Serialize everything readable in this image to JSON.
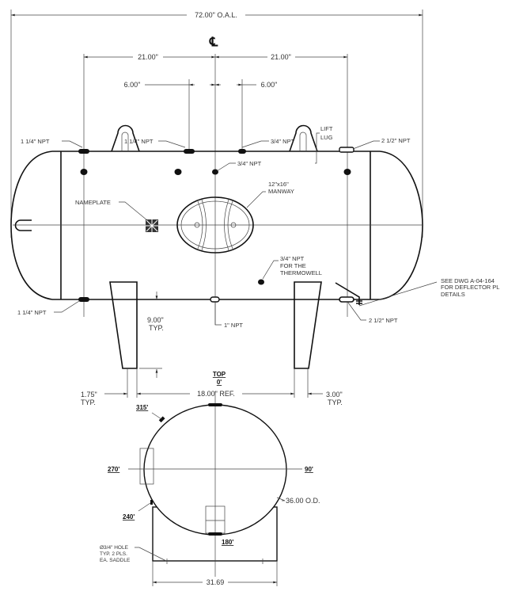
{
  "dimensions": {
    "overall_length": "72.00\" O.A.L.",
    "centerline": "℄",
    "left_21": "21.00\"",
    "right_21": "21.00\"",
    "left_6": "6.00\"",
    "right_6": "6.00\"",
    "leg_height": "9.00\"",
    "leg_height_typ": "TYP.",
    "left_offset": "1.75\"",
    "left_offset_typ": "TYP.",
    "saddle_spacing": "18.00\" REF.",
    "right_offset": "3.00\"",
    "right_offset_typ": "TYP.",
    "saddle_width": "31.69",
    "outside_diameter": "36.00  O.D."
  },
  "callouts": {
    "top_left_fitting": "1 1/4\" NPT",
    "top_mid_fitting": "1 1/4\" NPT",
    "top_center_fitting": "3/4\" NPT",
    "lift_lug_1": "LIFT",
    "lift_lug_2": "LUG",
    "top_right_fitting": "2 1/2\" NPT",
    "shell_fitting": "3/4\" NPT",
    "manway_1": "12\"x16\"",
    "manway_2": "MANWAY",
    "nameplate": "NAMEPLATE",
    "thermowell_1": "3/4\" NPT",
    "thermowell_2": "FOR THE",
    "thermowell_3": "THERMOWELL",
    "deflector_1": "SEE DWG A-04-164",
    "deflector_2": "FOR DEFLECTOR PL",
    "deflector_3": "DETAILS",
    "bottom_left_fitting": "1 1/4\" NPT",
    "bottom_center_fitting": "1\" NPT",
    "bottom_right_fitting": "2 1/2\" NPT",
    "hole_1": "Ø3/4\" HOLE",
    "hole_2": "TYP. 2 PLS.",
    "hole_3": "EA. SADDLE"
  },
  "end_view": {
    "top_label": "TOP",
    "angle_0": "0'",
    "angle_315": "315'",
    "angle_270": "270'",
    "angle_90": "90'",
    "angle_240": "240'",
    "angle_180": "180'"
  }
}
